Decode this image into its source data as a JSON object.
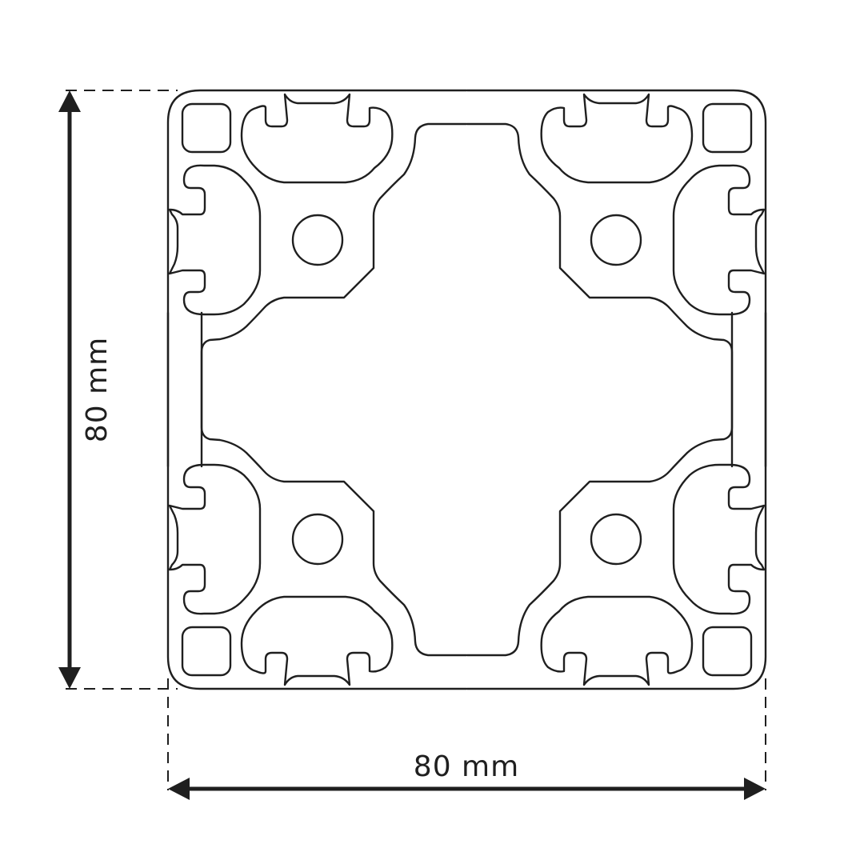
{
  "diagram": {
    "subject": "80x80 aluminium extrusion profile cross-section",
    "colors": {
      "stroke": "#1f1f1f",
      "background": "#ffffff"
    },
    "dimensions": {
      "width": {
        "label": "80 mm",
        "value": 80,
        "unit": "mm",
        "orientation": "horizontal"
      },
      "height": {
        "label": "80 mm",
        "value": 80,
        "unit": "mm",
        "orientation": "vertical"
      }
    },
    "features": {
      "t_slots": 8,
      "corner_channels": 4,
      "bolt_bores": 4,
      "center_cavity": "cross-shaped"
    }
  }
}
